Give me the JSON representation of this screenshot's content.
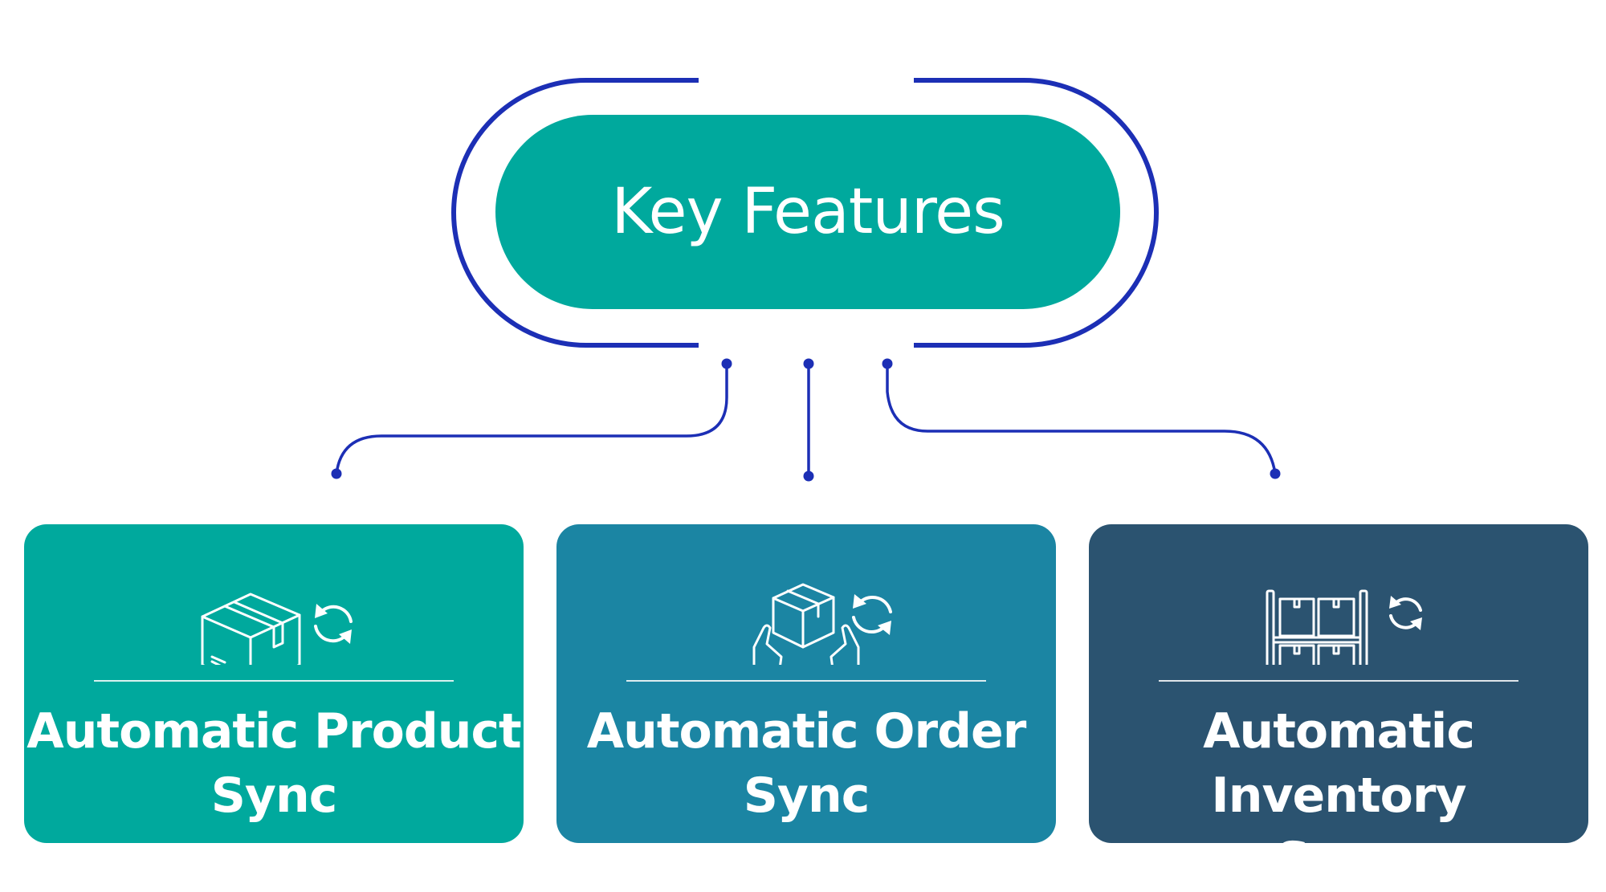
{
  "diagram": {
    "title": "Key Features",
    "colors": {
      "connector": "#1c2fb5",
      "pill": "#00a99d",
      "text": "#ffffff"
    },
    "features": [
      {
        "title_line1": "Automatic Product",
        "title_line2": "Sync",
        "color": "#00a99d",
        "icon": "box-sync-icon"
      },
      {
        "title_line1": "Automatic Order",
        "title_line2": "Sync",
        "color": "#1b85a3",
        "icon": "order-hands-sync-icon"
      },
      {
        "title_line1": "Automatic Inventory",
        "title_line2": "Sync",
        "color": "#2b5370",
        "icon": "shelf-sync-icon"
      }
    ]
  }
}
